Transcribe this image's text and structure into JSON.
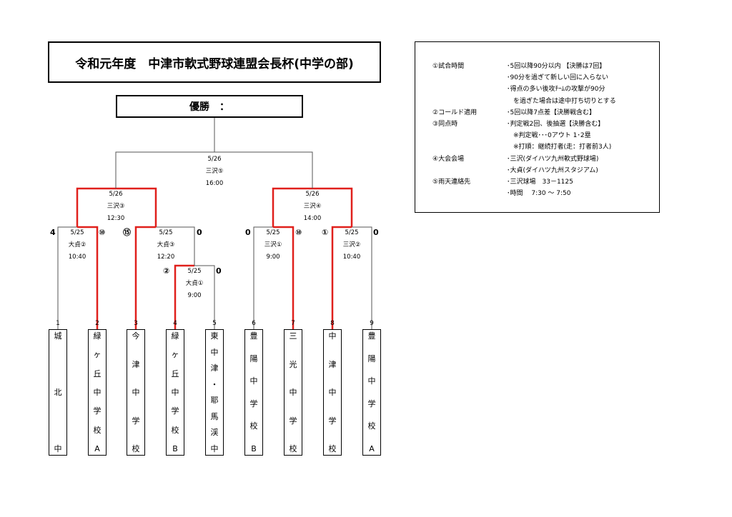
{
  "title": "令和元年度　中津市軟式野球連盟会長杯(中学の部)",
  "winner_label": "優勝　：",
  "notes": [
    {
      "label": "①試合時間",
      "text": "･5回以降90分以内 【決勝は7回】"
    },
    {
      "label": "",
      "text": "･90分を過ぎて新しい回に入らない"
    },
    {
      "label": "",
      "text": "･得点の多い後攻ﾁｰﾑの攻撃が90分"
    },
    {
      "label": "",
      "text": "　を過ぎた場合は途中打ち切りとする"
    },
    {
      "label": "②コールド適用",
      "text": "･5回以降7点差【決勝戦含む】"
    },
    {
      "label": "③同点時",
      "text": "･判定戦2回、後抽選【決勝含む】"
    },
    {
      "label": "",
      "text": "　※判定戦･･･0アウト 1･2塁"
    },
    {
      "label": "",
      "text": "　※打順：継続打者(走：打者前3人)"
    },
    {
      "label": "④大会会場",
      "text": "･三沢(ダイハツ九州軟式野球場)"
    },
    {
      "label": "",
      "text": "･大貞(ダイハツ九州スタジアム)"
    },
    {
      "label": "⑤雨天連絡先",
      "text": "･三沢球場　33－1125"
    },
    {
      "label": "",
      "text": "･時間　 7:30 ～ 7:50"
    }
  ],
  "matches": {
    "final": {
      "date": "5/26",
      "venue": "三沢⑤",
      "time": "16:00"
    },
    "sf1": {
      "date": "5/26",
      "venue": "三沢③",
      "time": "12:30"
    },
    "sf2": {
      "date": "5/26",
      "venue": "三沢④",
      "time": "14:00"
    },
    "qf1": {
      "date": "5/25",
      "venue": "大貞②",
      "time": "10:40",
      "score_left": "4",
      "score_right": "⑩"
    },
    "qf2": {
      "date": "5/25",
      "venue": "大貞③",
      "time": "12:20",
      "score_left": "⑮",
      "score_right": "0"
    },
    "r1": {
      "date": "5/25",
      "venue": "大貞①",
      "time": "9:00",
      "score_left": "②",
      "score_right": "0"
    },
    "qf3": {
      "date": "5/25",
      "venue": "三沢①",
      "time": "9:00",
      "score_left": "0",
      "score_right": "⑩"
    },
    "qf4": {
      "date": "5/25",
      "venue": "三沢②",
      "time": "10:40",
      "score_left": "①",
      "score_right": "0"
    }
  },
  "teams": [
    {
      "num": "1",
      "chars": [
        "城",
        "北",
        "中"
      ]
    },
    {
      "num": "2",
      "chars": [
        "緑",
        "ヶ",
        "丘",
        "中",
        "学",
        "校",
        "A"
      ]
    },
    {
      "num": "3",
      "chars": [
        "今",
        "津",
        "中",
        "学",
        "校"
      ]
    },
    {
      "num": "4",
      "chars": [
        "緑",
        "ヶ",
        "丘",
        "中",
        "学",
        "校",
        "B"
      ]
    },
    {
      "num": "5",
      "chars": [
        "東",
        "中",
        "津",
        "・",
        "耶",
        "馬",
        "渓",
        "中"
      ]
    },
    {
      "num": "6",
      "chars": [
        "豊",
        "陽",
        "中",
        "学",
        "校",
        "B"
      ]
    },
    {
      "num": "7",
      "chars": [
        "三",
        "光",
        "中",
        "学",
        "校"
      ]
    },
    {
      "num": "8",
      "chars": [
        "中",
        "津",
        "中",
        "学",
        "校"
      ]
    },
    {
      "num": "9",
      "chars": [
        "豊",
        "陽",
        "中",
        "学",
        "校",
        "A"
      ]
    }
  ],
  "colors": {
    "winner_line": "#e0201c",
    "line": "#555555"
  }
}
